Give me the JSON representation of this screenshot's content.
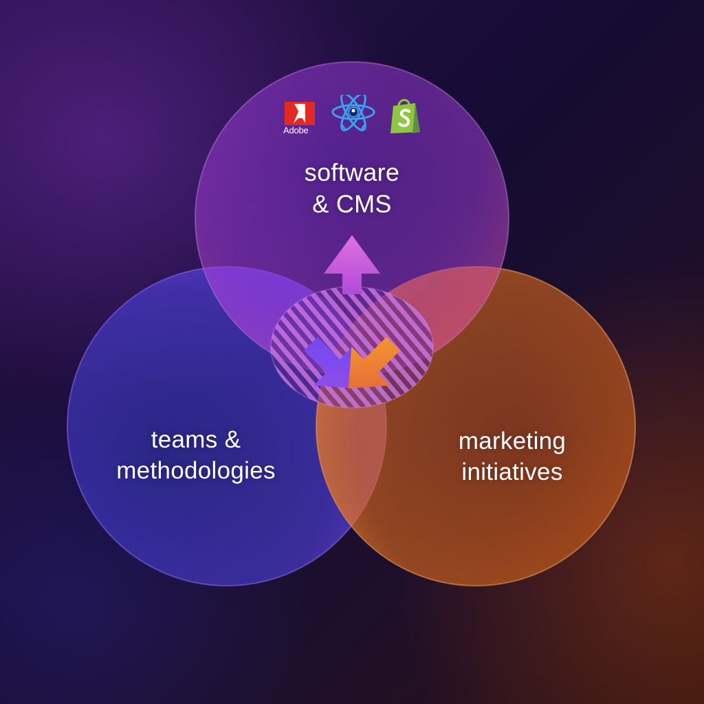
{
  "circles": {
    "top": {
      "label_lines": [
        "software",
        "& CMS"
      ],
      "color": "#8a3bd8"
    },
    "left": {
      "label_lines": [
        "teams &",
        "methodologies"
      ],
      "color": "#5a3ee0"
    },
    "right": {
      "label_lines": [
        "marketing",
        "initiatives"
      ],
      "color": "#e06a1a"
    }
  },
  "logos": {
    "adobe": {
      "icon": "adobe-logo-icon",
      "text": "Adobe",
      "color": "#e22a22"
    },
    "atom": {
      "icon": "atom-logo-icon",
      "color": "#3aa0f0"
    },
    "shopify": {
      "icon": "shopify-logo-icon",
      "color": "#8dc63f"
    }
  },
  "colors": {
    "arrow_up": "#c859e6",
    "arrow_left": "#7a4cf0",
    "arrow_right": "#f08a28",
    "center_hatch": "#c86ee8"
  }
}
